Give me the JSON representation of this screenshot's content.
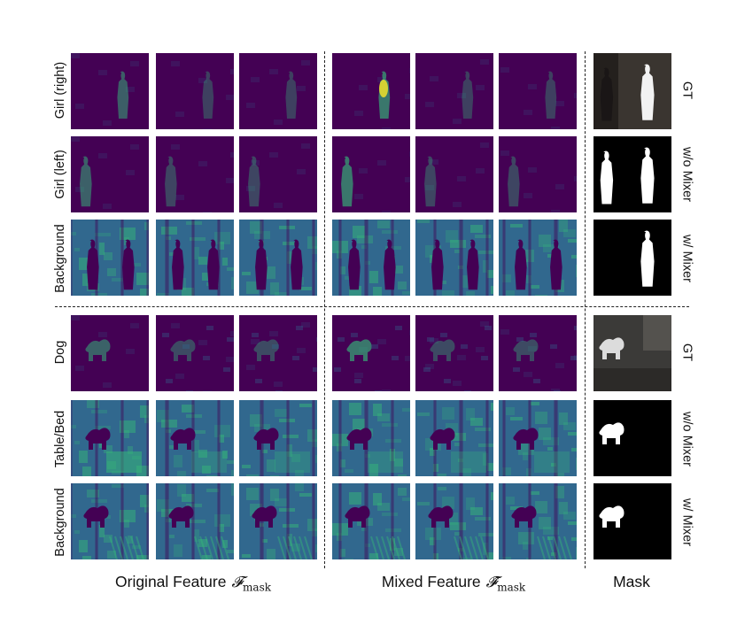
{
  "figure": {
    "row_labels": {
      "girl_right": "Girl (right)",
      "girl_left": "Girl (left)",
      "background_1": "Background",
      "dog": "Dog",
      "table_bed": "Table/Bed",
      "background_2": "Background"
    },
    "mask_labels": {
      "gt_1": "GT",
      "without_mixer_1": "w/o Mixer",
      "with_mixer_1": "w/ Mixer",
      "gt_2": "GT",
      "without_mixer_2": "w/o Mixer",
      "with_mixer_2": "w/ Mixer"
    },
    "captions": {
      "original_text": "Original Feature",
      "original_symbol": "𝓕",
      "original_subscript": "mask",
      "mixed_text": "Mixed Feature",
      "mixed_symbol": "𝓕̂",
      "mixed_subscript": "mask",
      "mask": "Mask"
    },
    "colors": {
      "feature_low": "#440154",
      "feature_mid": "#31688e",
      "feature_high": "#35b779",
      "feature_peak": "#fde725",
      "mask_background": "#000000",
      "mask_foreground": "#ffffff"
    }
  }
}
